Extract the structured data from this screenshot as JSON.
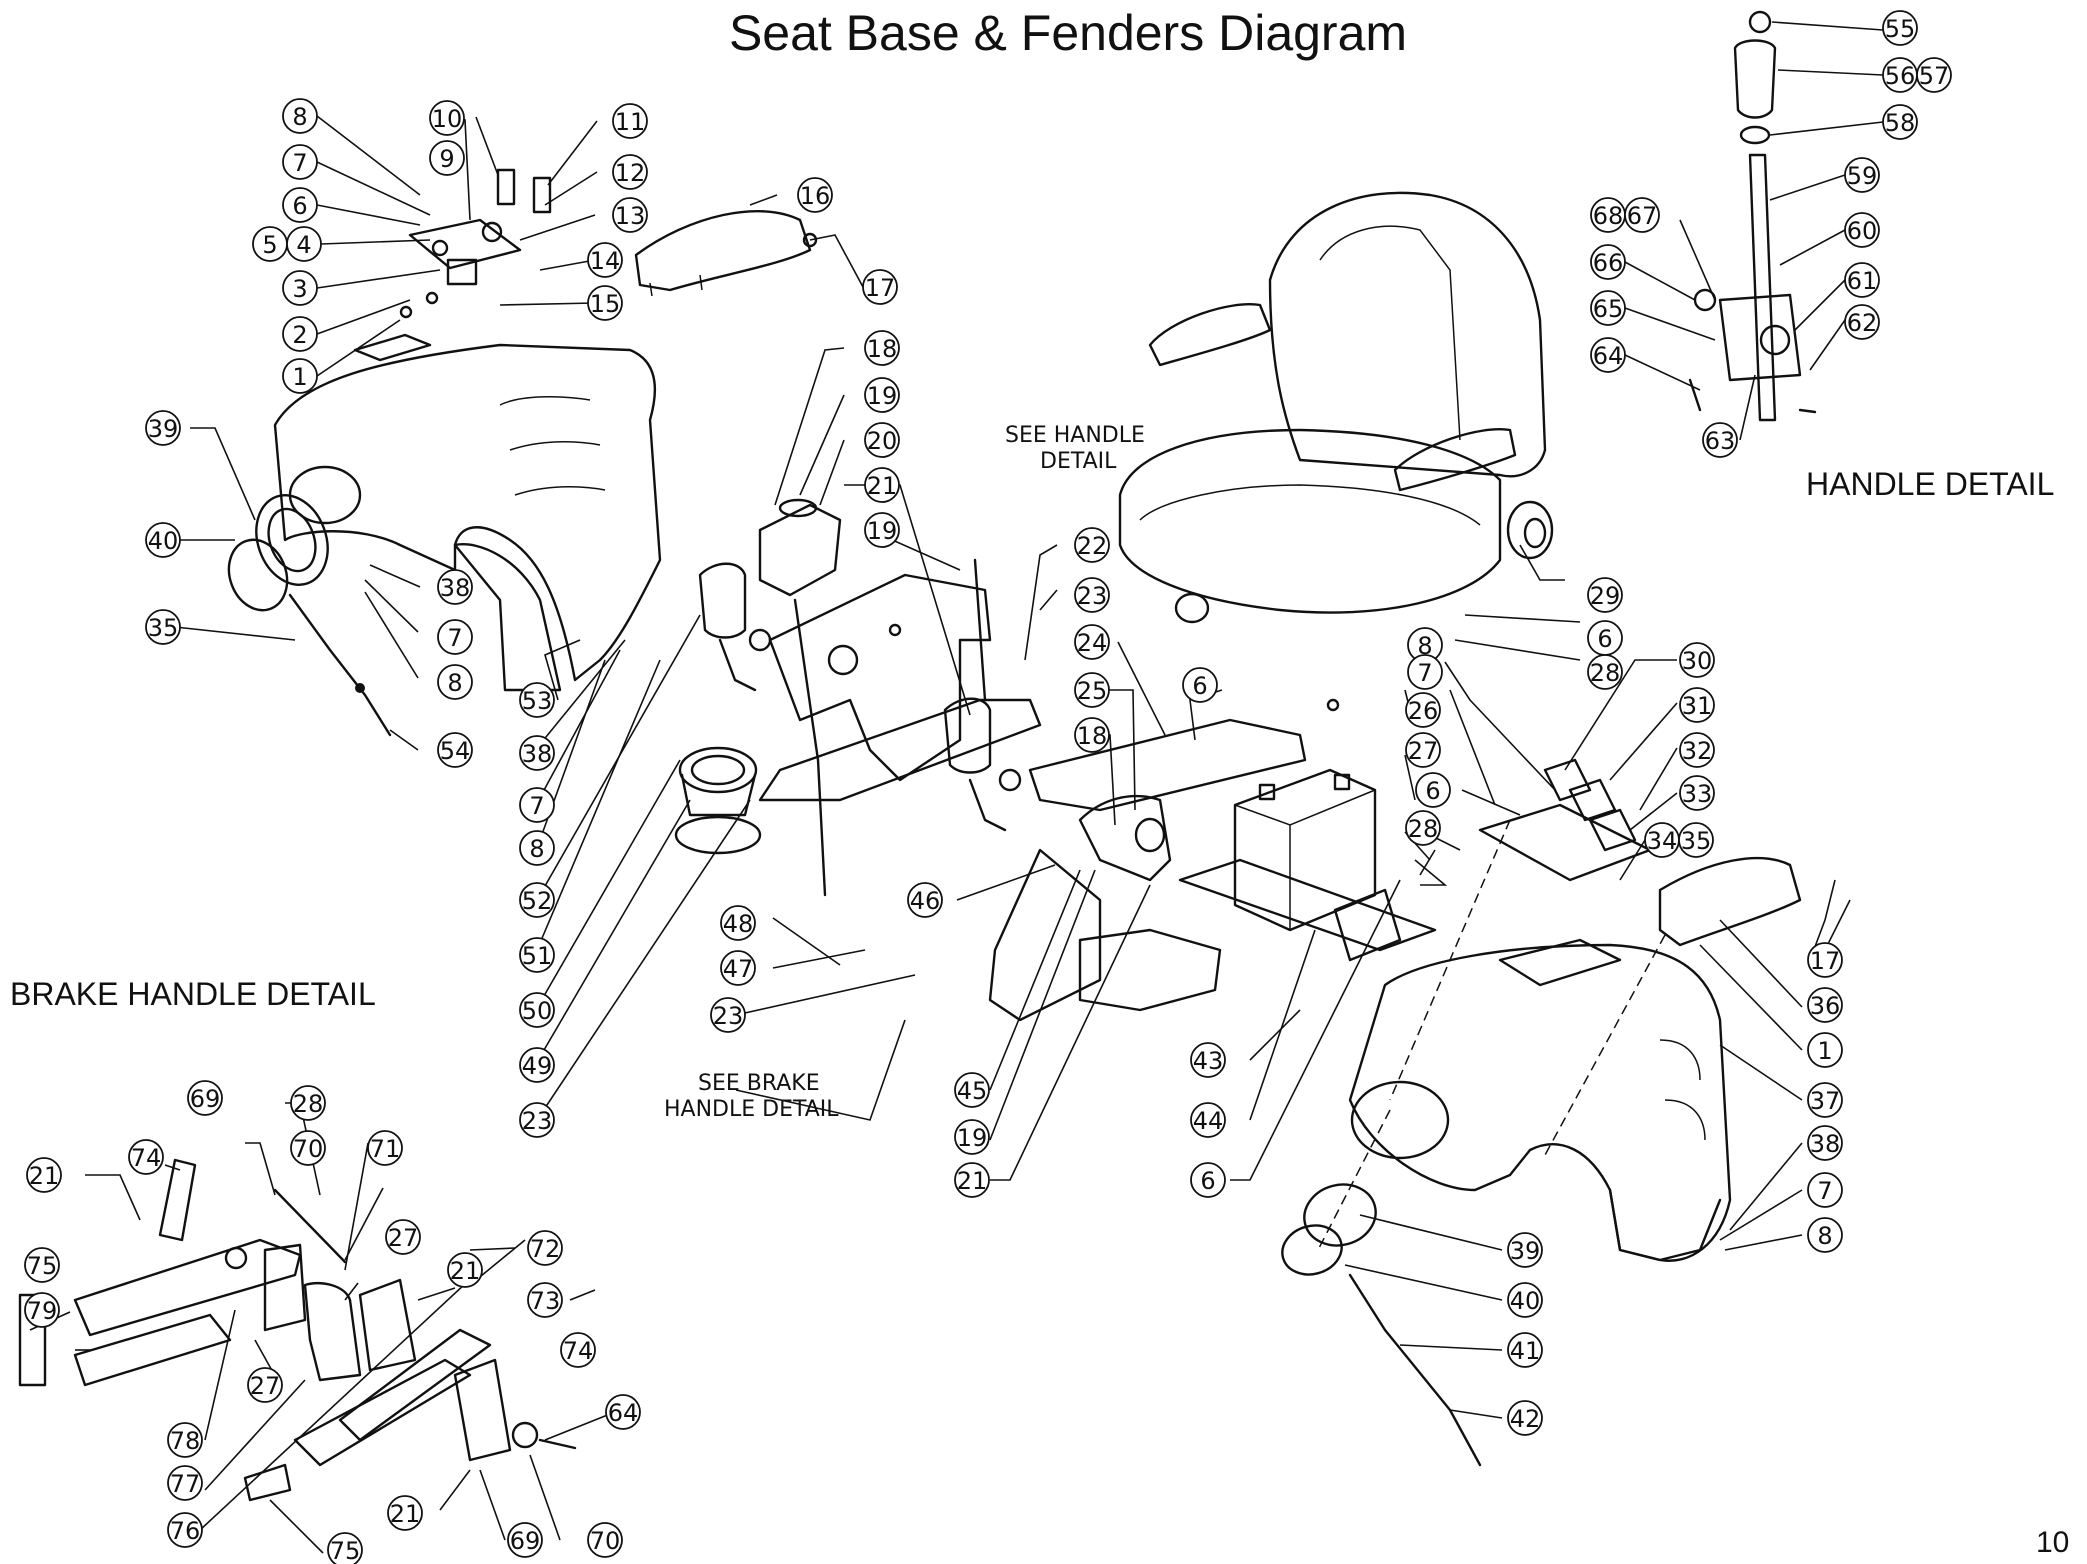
{
  "title": "Seat Base & Fenders Diagram",
  "page_number": "10",
  "sections": {
    "handle_detail": "HANDLE DETAIL",
    "brake_handle_detail": "BRAKE HANDLE DETAIL"
  },
  "notes": {
    "see_handle_detail_1": "SEE HANDLE",
    "see_handle_detail_2": "DETAIL",
    "see_brake_1": "SEE BRAKE",
    "see_brake_2": "HANDLE DETAIL"
  },
  "callouts": [
    "1",
    "2",
    "3",
    "4",
    "5",
    "6",
    "7",
    "8",
    "9",
    "10",
    "11",
    "12",
    "13",
    "14",
    "15",
    "16",
    "17",
    "18",
    "19",
    "20",
    "21",
    "22",
    "23",
    "24",
    "25",
    "26",
    "27",
    "28",
    "29",
    "30",
    "31",
    "32",
    "33",
    "34",
    "35",
    "36",
    "37",
    "38",
    "39",
    "40",
    "41",
    "42",
    "43",
    "44",
    "45",
    "46",
    "47",
    "48",
    "49",
    "50",
    "51",
    "52",
    "53",
    "54",
    "55",
    "56",
    "57",
    "58",
    "59",
    "60",
    "61",
    "62",
    "63",
    "64",
    "65",
    "66",
    "67",
    "68",
    "69",
    "70",
    "71",
    "72",
    "73",
    "74",
    "75",
    "76",
    "77",
    "78",
    "79"
  ],
  "colors": {
    "line": "#111111",
    "background": "#ffffff"
  }
}
